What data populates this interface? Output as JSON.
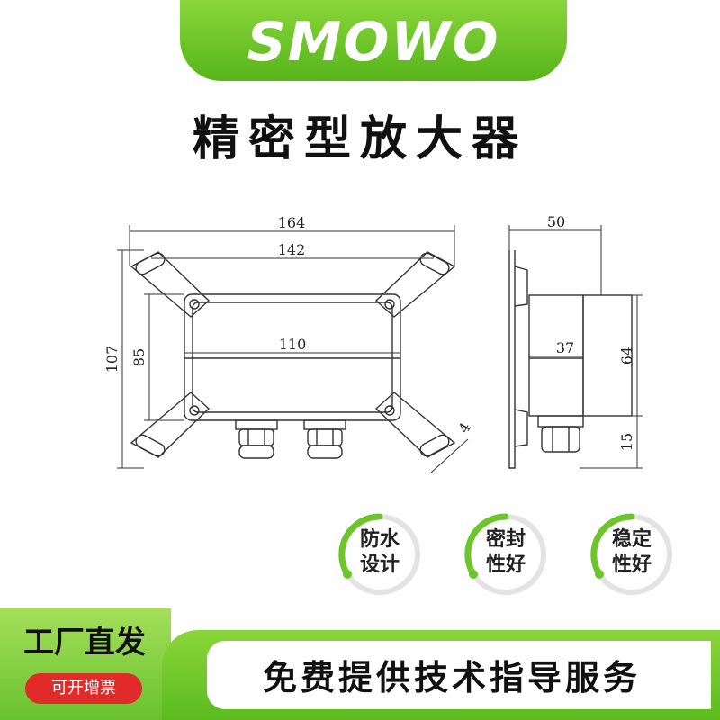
{
  "brand": {
    "logo": "SMOWO"
  },
  "title": "精密型放大器",
  "dimensions": {
    "front": {
      "overall_width": "164",
      "bracket_width": "142",
      "body_width": "110",
      "overall_height": "107",
      "body_height": "85",
      "slot": "4"
    },
    "side": {
      "overall_depth": "50",
      "body_depth": "37",
      "body_height": "64",
      "gland_height": "15"
    }
  },
  "features": [
    {
      "line1": "防水",
      "line2": "设计",
      "icon": "ring-progress-icon"
    },
    {
      "line1": "密封",
      "line2": "性好",
      "icon": "ring-progress-icon"
    },
    {
      "line1": "稳定",
      "line2": "性好",
      "icon": "ring-progress-icon"
    }
  ],
  "footer": {
    "shipping": "工厂直发",
    "invoice": "可开增票",
    "service": "免费提供技术指导服务"
  },
  "colors": {
    "brand_green": "#6cc52a",
    "invoice_red": "#e12a2a",
    "line": "#333333"
  }
}
